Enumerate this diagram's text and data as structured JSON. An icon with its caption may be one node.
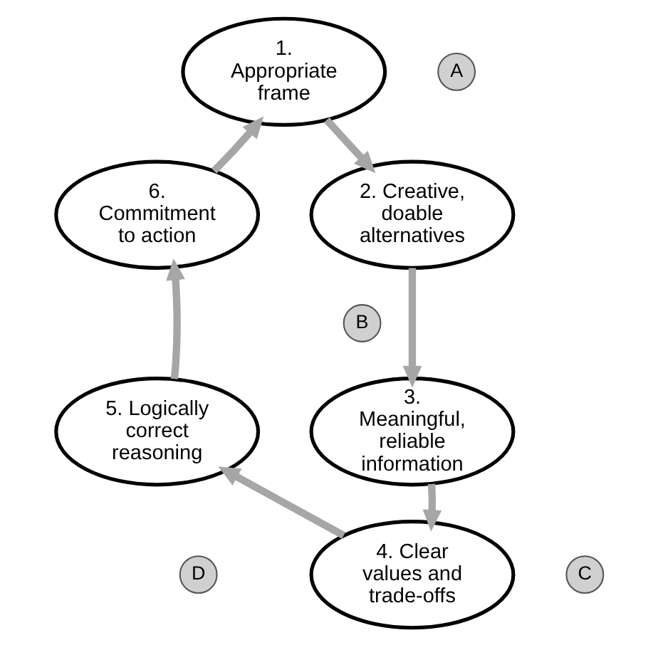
{
  "diagram": {
    "nodes": [
      {
        "text": [
          "1. Appropriate frame"
        ]
      },
      {
        "text": [
          "A"
        ]
      },
      {
        "text": [
          "6. Commitment to action"
        ]
      },
      {
        "text": [
          "2. Creative, doable alternatives"
        ]
      },
      {
        "text": [
          "B"
        ]
      },
      {
        "text": [
          "5. Logically correct reasoning"
        ]
      },
      {
        "text": [
          "3. Meaningful, reliable information"
        ]
      },
      {
        "text": [
          "D"
        ]
      },
      {
        "text": [
          "4. Clear values and trade-offs"
        ]
      },
      {
        "text": [
          "C"
        ]
      }
    ],
    "edges": [
      {
        "from": 0,
        "to": 3,
        "arrow": "to"
      },
      {
        "from": 3,
        "to": 6,
        "arrow": "to"
      },
      {
        "from": 6,
        "to": 8,
        "arrow": "to"
      },
      {
        "from": 8,
        "to": 5,
        "arrow": "to"
      },
      {
        "from": 5,
        "to": 2,
        "arrow": "to"
      },
      {
        "from": 2,
        "to": 0,
        "arrow": "to"
      }
    ]
  }
}
